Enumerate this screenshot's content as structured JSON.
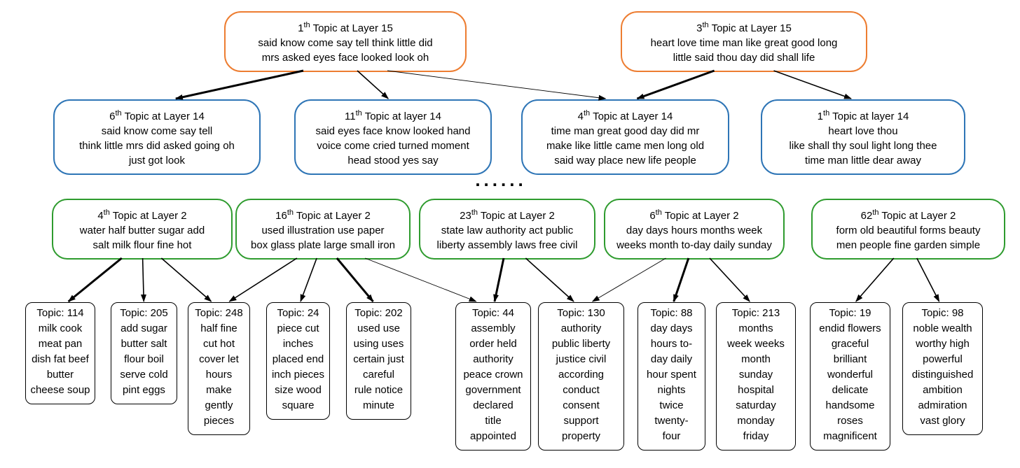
{
  "colors": {
    "layer15_border": "#ED7D31",
    "layer14_border": "#2E75B6",
    "layer2_border": "#2E9B2E",
    "leaf_border": "#000000"
  },
  "ellipsis": "......",
  "layer15": [
    {
      "num": "1",
      "sup": "th",
      "rest": " Topic at Layer 15",
      "body": "said know come say tell think little did\nmrs asked eyes face looked look oh"
    },
    {
      "num": "3",
      "sup": "th",
      "rest": " Topic at Layer 15",
      "body": "heart love time man like great good long\nlittle said thou day did shall life"
    }
  ],
  "layer14": [
    {
      "num": "6",
      "sup": "th",
      "rest": " Topic at Layer 14",
      "body": "said know come say tell\nthink little mrs did asked going oh\njust got look"
    },
    {
      "num": "11",
      "sup": "th",
      "rest": " Topic at layer 14",
      "body": "said eyes face know looked hand\nvoice come cried turned moment\nhead stood yes say"
    },
    {
      "num": "4",
      "sup": "th",
      "rest": " Topic at Layer 14",
      "body": "time man great good day did mr\nmake like little came men long old\nsaid way place new life people"
    },
    {
      "num": "1",
      "sup": "th",
      "rest": " Topic at layer 14",
      "body": "heart love thou\nlike shall thy soul light long thee\ntime man little dear away"
    }
  ],
  "layer2": [
    {
      "num": "4",
      "sup": "th",
      "rest": " Topic at Layer 2",
      "body": "water half butter sugar add\nsalt milk flour fine hot"
    },
    {
      "num": "16",
      "sup": "th",
      "rest": " Topic at Layer 2",
      "body": "used illustration use paper\nbox glass plate large small iron"
    },
    {
      "num": "23",
      "sup": "th",
      "rest": " Topic at Layer 2",
      "body": "state law authority act public\nliberty assembly laws free civil"
    },
    {
      "num": "6",
      "sup": "th",
      "rest": " Topic at Layer 2",
      "body": "day days hours months week\nweeks month to-day daily sunday"
    },
    {
      "num": "62",
      "sup": "th",
      "rest": " Topic at Layer 2",
      "body": "form old beautiful forms beauty\nmen people fine garden simple"
    }
  ],
  "leaves": [
    {
      "title": "Topic: 114",
      "body": "milk cook\nmeat pan\ndish fat beef\nbutter\ncheese soup"
    },
    {
      "title": "Topic: 205",
      "body": "add sugar\nbutter salt\nflour boil\nserve cold\npint eggs"
    },
    {
      "title": "Topic: 248",
      "body": "half fine\ncut hot\ncover let\nhours\nmake\ngently\npieces"
    },
    {
      "title": "Topic: 24",
      "body": "piece cut\ninches\nplaced end\ninch pieces\nsize wood\nsquare"
    },
    {
      "title": "Topic: 202",
      "body": "used use\nusing uses\ncertain just\ncareful\nrule notice\nminute"
    },
    {
      "title": "Topic: 44",
      "body": "assembly\norder held\nauthority\npeace crown\ngovernment\ndeclared\ntitle\nappointed"
    },
    {
      "title": "Topic: 130",
      "body": "authority\npublic liberty\njustice civil\naccording\nconduct\nconsent\nsupport\nproperty"
    },
    {
      "title": "Topic: 88",
      "body": "day days\nhours to-\nday daily\nhour spent\nnights\ntwice\ntwenty-\nfour"
    },
    {
      "title": "Topic: 213",
      "body": "months\nweek weeks\nmonth\nsunday\nhospital\nsaturday\nmonday\nfriday"
    },
    {
      "title": "Topic: 19",
      "body": "endid flowers\ngraceful\nbrilliant\nwonderful\ndelicate\nhandsome\nroses\nmagnificent"
    },
    {
      "title": "Topic: 98",
      "body": "noble wealth\nworthy high\npowerful\ndistinguished\nambition\nadmiration\nvast glory"
    }
  ],
  "edges": [
    {
      "from": "l15-0",
      "to": "l14-0",
      "w": "thick"
    },
    {
      "from": "l15-0",
      "to": "l14-1",
      "w": "normal"
    },
    {
      "from": "l15-0",
      "to": "l14-2",
      "w": "thin"
    },
    {
      "from": "l15-1",
      "to": "l14-2",
      "w": "thick"
    },
    {
      "from": "l15-1",
      "to": "l14-3",
      "w": "normal"
    },
    {
      "from": "l2-0",
      "to": "leaf-0",
      "w": "thick"
    },
    {
      "from": "l2-0",
      "to": "leaf-1",
      "w": "normal"
    },
    {
      "from": "l2-0",
      "to": "leaf-2",
      "w": "normal"
    },
    {
      "from": "l2-1",
      "to": "leaf-2",
      "w": "normal"
    },
    {
      "from": "l2-1",
      "to": "leaf-3",
      "w": "normal"
    },
    {
      "from": "l2-1",
      "to": "leaf-4",
      "w": "thick"
    },
    {
      "from": "l2-1",
      "to": "leaf-5",
      "w": "thin"
    },
    {
      "from": "l2-2",
      "to": "leaf-5",
      "w": "thick"
    },
    {
      "from": "l2-2",
      "to": "leaf-6",
      "w": "normal"
    },
    {
      "from": "l2-3",
      "to": "leaf-6",
      "w": "thin"
    },
    {
      "from": "l2-3",
      "to": "leaf-7",
      "w": "thick"
    },
    {
      "from": "l2-3",
      "to": "leaf-8",
      "w": "normal"
    },
    {
      "from": "l2-4",
      "to": "leaf-9",
      "w": "normal"
    },
    {
      "from": "l2-4",
      "to": "leaf-10",
      "w": "normal"
    }
  ]
}
